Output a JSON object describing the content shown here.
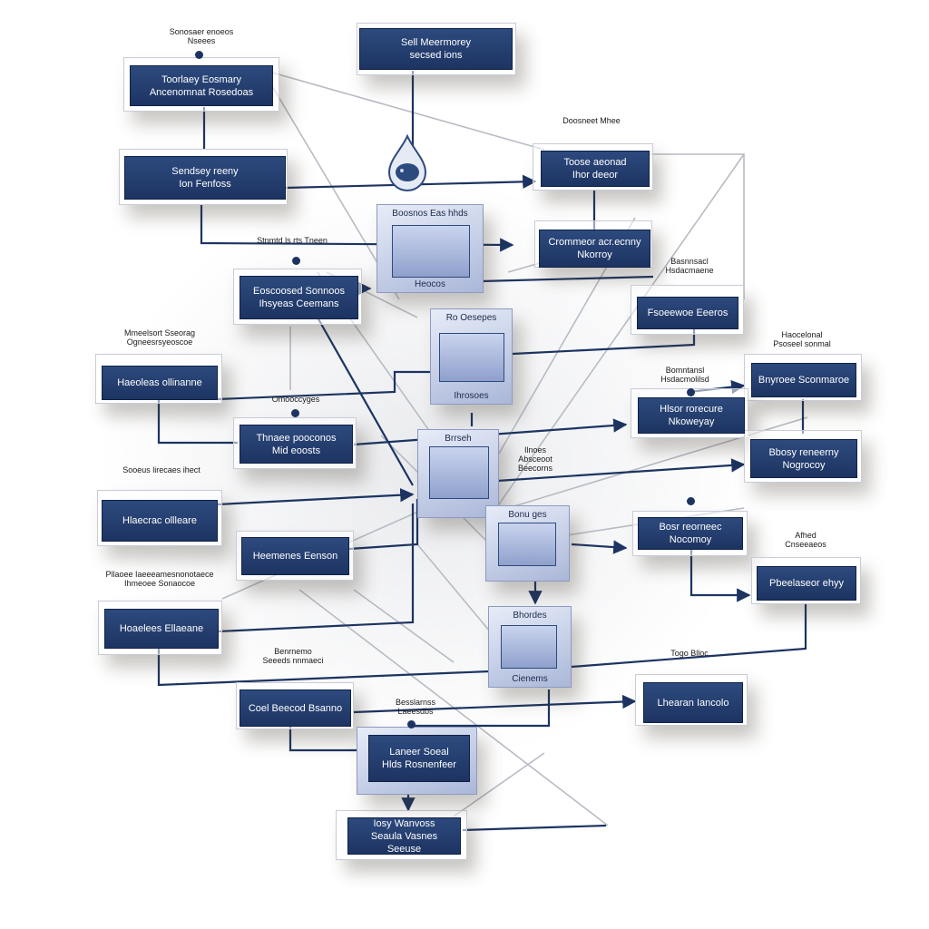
{
  "diagram": {
    "nodes": {
      "top_center": "Sell Meermorey\nsecsed ions",
      "top_left": "Toorlaey Eosmary\nAncenomnat Rosedoas",
      "left_2": "Sendsey reeny\nIon Fenfoss",
      "left_3": "Eoscoosed Sonnoos\nIhsyeas Ceemans",
      "left_4": "Haeoleas ollinanne",
      "left_5": "Thnaee pooconos\nMid eoosts",
      "left_6": "Hlaecrac ollleare",
      "left_7": "Heemenes Eenson",
      "left_8": "Hoaelees Ellaeane",
      "left_9": "Coel Beecod Bsanno",
      "bottom_center": "Laneer Soeal\nHlds Rosnenfeer",
      "bottom": "Iosy Wanvoss\nSeaula Vasnes Seeuse",
      "right_1": "Toose aeonad\nIhor deeor",
      "right_2": "Crommeor acr.ecnny\nNkorroy",
      "right_3": "Fsoeewoe Eeeros",
      "right_4": "Bnyroee Sconmaroe",
      "right_5": "Hlsor rorecure\nNkoweyay",
      "right_6": "Bbosy reneerny\nNogrocoy",
      "right_7": "Bosr reorneec\nNocomoy",
      "right_8": "Pbeelaseor ehyy",
      "right_9": "Lhearan Iancolo"
    },
    "panels": {
      "p1_title": "Boosnos Eas hhds",
      "p1_foot": "Heocos",
      "p2_title": "Ro Oesepes",
      "p2_foot": "Ihrosoes",
      "p3_title": "Brrseh",
      "p4_title": "Bonu ges",
      "p5_title": "Bhordes",
      "p5_foot": "Cienems"
    },
    "notes": {
      "n_top_left": "Sonosaer enoeos\nNseees",
      "n_right_top": "Doosneet Mhee",
      "n_left_mid": "Stnmtd ls rts Tneen",
      "n_right_mid": "Basnnsacl\nHsdacmaene",
      "n_left_a": "Mmeelsort Sseorag\nOgneesrsyeoscoe",
      "n_left_b": "Omooccyges",
      "n_right_b": "Bomntansl\nHsdacmolilsd",
      "n_right_c": "Haocelonal\nPsoseel sonmal",
      "n_left_c": "Sooeus lirecaes ihect",
      "n_center_r": "Ilnoes\nAbsceoot\nBeecorns",
      "n_right_d": "Afhed\nCnseeaeos",
      "n_left_d": "Pllaoee Iaeeeamesnonotaece\nIhmeoee Sonaocoe",
      "n_left_e": "Benrnemo\nSeeeds nnmaeci",
      "n_right_e": "Togo Blloc",
      "n_center_b": "Besslarnss\nLaeesdbs"
    }
  },
  "colors": {
    "node_fill": "#1d3462",
    "panel_fill": "#aab7d8",
    "line_dark": "#1d3462",
    "line_gray": "#b8bbc4"
  },
  "icons": {
    "panel_image": "creature-icon",
    "center_badge": "drop-creature-icon"
  }
}
